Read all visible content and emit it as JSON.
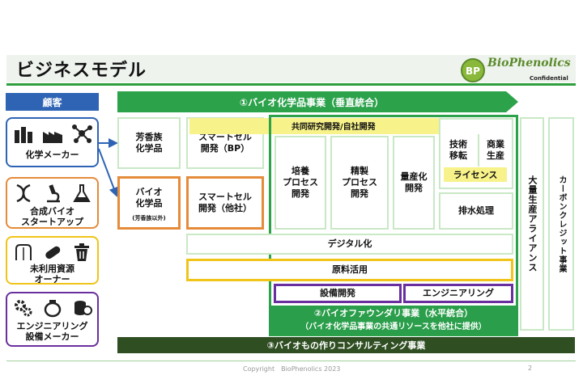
{
  "header": {
    "title": "ビジネスモデル",
    "logo_text": "BioPhenolics",
    "logo_mark": "BP",
    "confidential": "Confidential"
  },
  "customers": {
    "header": "顧客",
    "items": [
      {
        "label": "化学メーカー",
        "icons": [
          "factory-icon",
          "industry-icon",
          "molecule-icon"
        ],
        "color": "#2f64b5"
      },
      {
        "label": "合成バイオ\nスタートアップ",
        "icons": [
          "dna-icon",
          "microscope-icon",
          "flask-icon"
        ],
        "color": "#e58b3a"
      },
      {
        "label": "未利用資源\nオーナー",
        "icons": [
          "cotton-icon",
          "pill-icon",
          "trash-icon"
        ],
        "color": "#f0c419"
      },
      {
        "label": "エンジニアリング\n設備メーカー",
        "icons": [
          "gears-icon",
          "bottle-icon",
          "coins-icon"
        ],
        "color": "#6a2f9e"
      }
    ]
  },
  "vertical": {
    "label": "①バイオ化学品事業（垂直統合）"
  },
  "products": {
    "aromatic": "芳香族\n化学品",
    "bio_main": "バイオ\n化学品",
    "bio_sub": "(芳香族以外)"
  },
  "smartcell": {
    "bp": "スマートセル\n開発（BP）",
    "other": "スマートセル\n開発（他社）"
  },
  "processes": {
    "joint_rd": "共同研究開発/自社開発",
    "culture": "培養\nプロセス\n開発",
    "purification": "精製\nプロセス\n開発",
    "scaleup": "量産化\n開発",
    "tech_transfer": "技術\n移転",
    "commercial": "商業\n生産",
    "license": "ライセンス",
    "wastewater": "排水処理",
    "digital": "デジタル化",
    "feedstock": "原料活用",
    "equipment": "設備開発",
    "engineering": "エンジニアリング"
  },
  "foundry": {
    "title": "②バイオファウンダリ事業（水平統合）",
    "subtitle": "（バイオ化学品事業の共通リソースを他社に提供）"
  },
  "side": {
    "alliance": "大量生産アライアンス",
    "carbon": "カーボンクレジット事業"
  },
  "consulting": "③バイオもの作りコンサルティング事業",
  "footer": {
    "copyright": "Copyright　BioPhenolics 2023",
    "page": "2"
  },
  "colors": {
    "green": "#2ca24b",
    "dark_green": "#2f4f23",
    "blue": "#2f64b5",
    "orange": "#e58b3a",
    "yellow": "#f0c419",
    "purple": "#6a2f9e",
    "highlight": "#f7f28a"
  }
}
